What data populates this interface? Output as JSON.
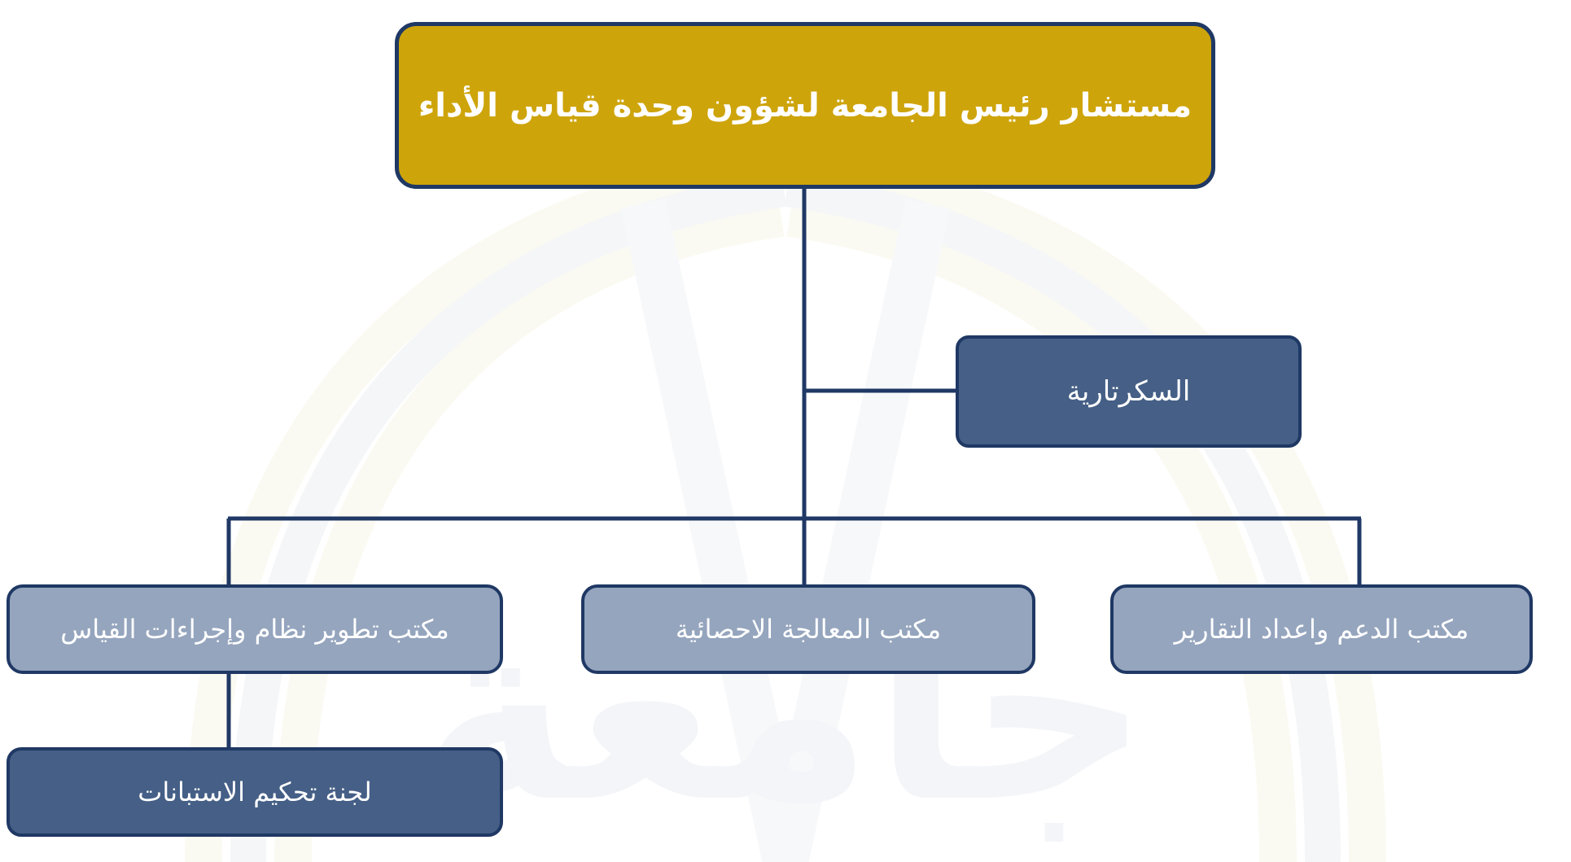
{
  "diagram": {
    "type": "organizational-chart",
    "language": "ar",
    "direction": "rtl",
    "title_node": {
      "id": "root",
      "label": "مستشار رئيس الجامعة لشؤون وحدة قياس الأداء",
      "fill": "#CEA40B",
      "border": "#1F3864",
      "text_color": "#FFFFFF"
    },
    "staff_node": {
      "id": "secretariat",
      "label": "السكرتارية",
      "fill": "#455F86",
      "border": "#1F3864",
      "text_color": "#FFFFFF"
    },
    "departments": [
      {
        "id": "dept-support-reports",
        "label": "مكتب الدعم واعداد التقارير",
        "fill": "#95A5BE",
        "border": "#1F3864",
        "text_color": "#FFFFFF"
      },
      {
        "id": "dept-statistical-processing",
        "label": "مكتب المعالجة الاحصائية",
        "fill": "#95A5BE",
        "border": "#1F3864",
        "text_color": "#FFFFFF"
      },
      {
        "id": "dept-system-procedures-development",
        "label": "مكتب تطوير نظام وإجراءات القياس",
        "fill": "#95A5BE",
        "border": "#1F3864",
        "text_color": "#FFFFFF"
      }
    ],
    "sub_nodes": [
      {
        "id": "committee-questionnaire-arbitration",
        "label": "لجنة تحكيم الاستبانات",
        "parent": "dept-system-procedures-development",
        "fill": "#455F86",
        "border": "#1F3864",
        "text_color": "#FFFFFF"
      }
    ],
    "connector_color": "#1F3864",
    "background_color": "#FFFFFF",
    "watermark_colors": [
      "#F4F6F8",
      "#FBFAF2"
    ]
  }
}
